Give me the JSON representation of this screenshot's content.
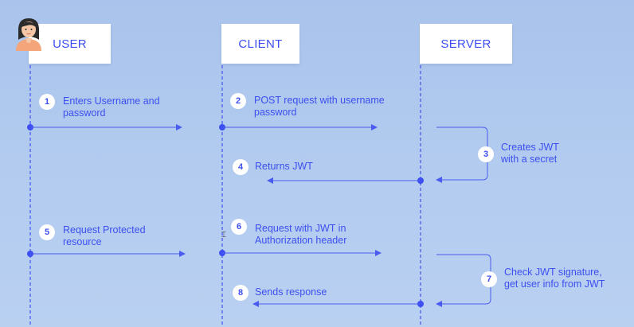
{
  "lanes": {
    "user": "USER",
    "client": "CLIENT",
    "server": "SERVER"
  },
  "steps": [
    {
      "num": "1",
      "lines": [
        "Enters Username and",
        "password"
      ]
    },
    {
      "num": "2",
      "lines": [
        "POST request with username",
        "password"
      ]
    },
    {
      "num": "3",
      "lines": [
        "Creates JWT",
        "with a secret"
      ]
    },
    {
      "num": "4",
      "lines": [
        "Returns JWT"
      ]
    },
    {
      "num": "5",
      "lines": [
        "Request Protected",
        "resource"
      ]
    },
    {
      "num": "6",
      "lines": [
        "Request with JWT in",
        "Authorization header"
      ]
    },
    {
      "num": "7",
      "lines": [
        "Check JWT signature,",
        "get user info from JWT"
      ]
    },
    {
      "num": "8",
      "lines": [
        "Sends response"
      ]
    }
  ],
  "colors": {
    "accent": "#3d4ff0",
    "arrow": "#4a5cf0",
    "background": "#b2cbef",
    "header_bg": "#ffffff"
  },
  "icons": {
    "user": "woman-avatar-icon"
  }
}
